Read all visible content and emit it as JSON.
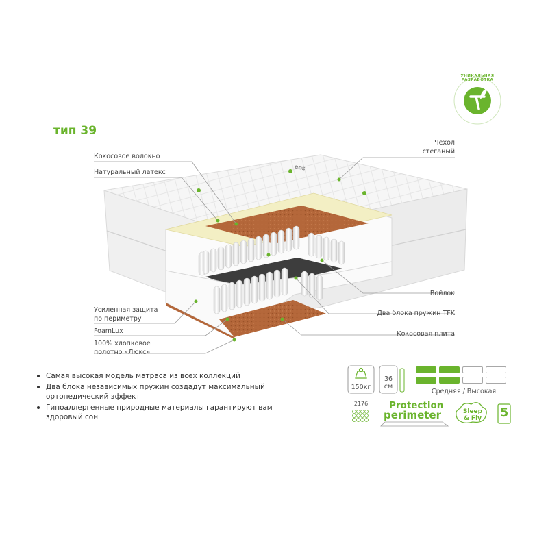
{
  "product": {
    "title": "тип 39"
  },
  "labels": {
    "coconut_fiber": "Кокосовое волокно",
    "natural_latex": "Натуральный латекс",
    "cover_line1": "Чехол",
    "cover_line2": "стеганый",
    "felt": "Войлок",
    "spring_blocks": "Два блока пружин TFK",
    "coconut_slab": "Кокосовая плита",
    "perimeter_line1": "Усиленная защита",
    "perimeter_line2": "по периметру",
    "foamlux": "FoamLux",
    "cotton_line1": "100% хлопковое",
    "cotton_line2": "полотно «Люкс»",
    "brand_mark": "eos"
  },
  "bullets": [
    "Самая высокая модель матраса из всех коллекций",
    "Два блока независимых пружин создадут максимальный ортопедический эффект",
    "Гипоаллергенные природные материалы гарантируют вам здоровый сон"
  ],
  "specs": {
    "max_load": "150кг",
    "height_value": "36",
    "height_unit": "см",
    "stiffness_label": "Средняя / Высокая",
    "stiffness_side_a": 2,
    "stiffness_side_b": 2,
    "stiffness_max": 4,
    "springs_count": "2176",
    "protection_line1": "Protection",
    "protection_line2": "perimeter",
    "sleep_fly_line1": "Sleep",
    "sleep_fly_line2": "& Fly",
    "warranty_years": "5"
  },
  "badge": {
    "text": "УНИКАЛЬНАЯ РАЗРАБОТКА"
  },
  "colors": {
    "accent": "#6ab42d",
    "coconut": "#b4673a",
    "latex": "#f3efc4",
    "felt": "#3d3d3d"
  }
}
